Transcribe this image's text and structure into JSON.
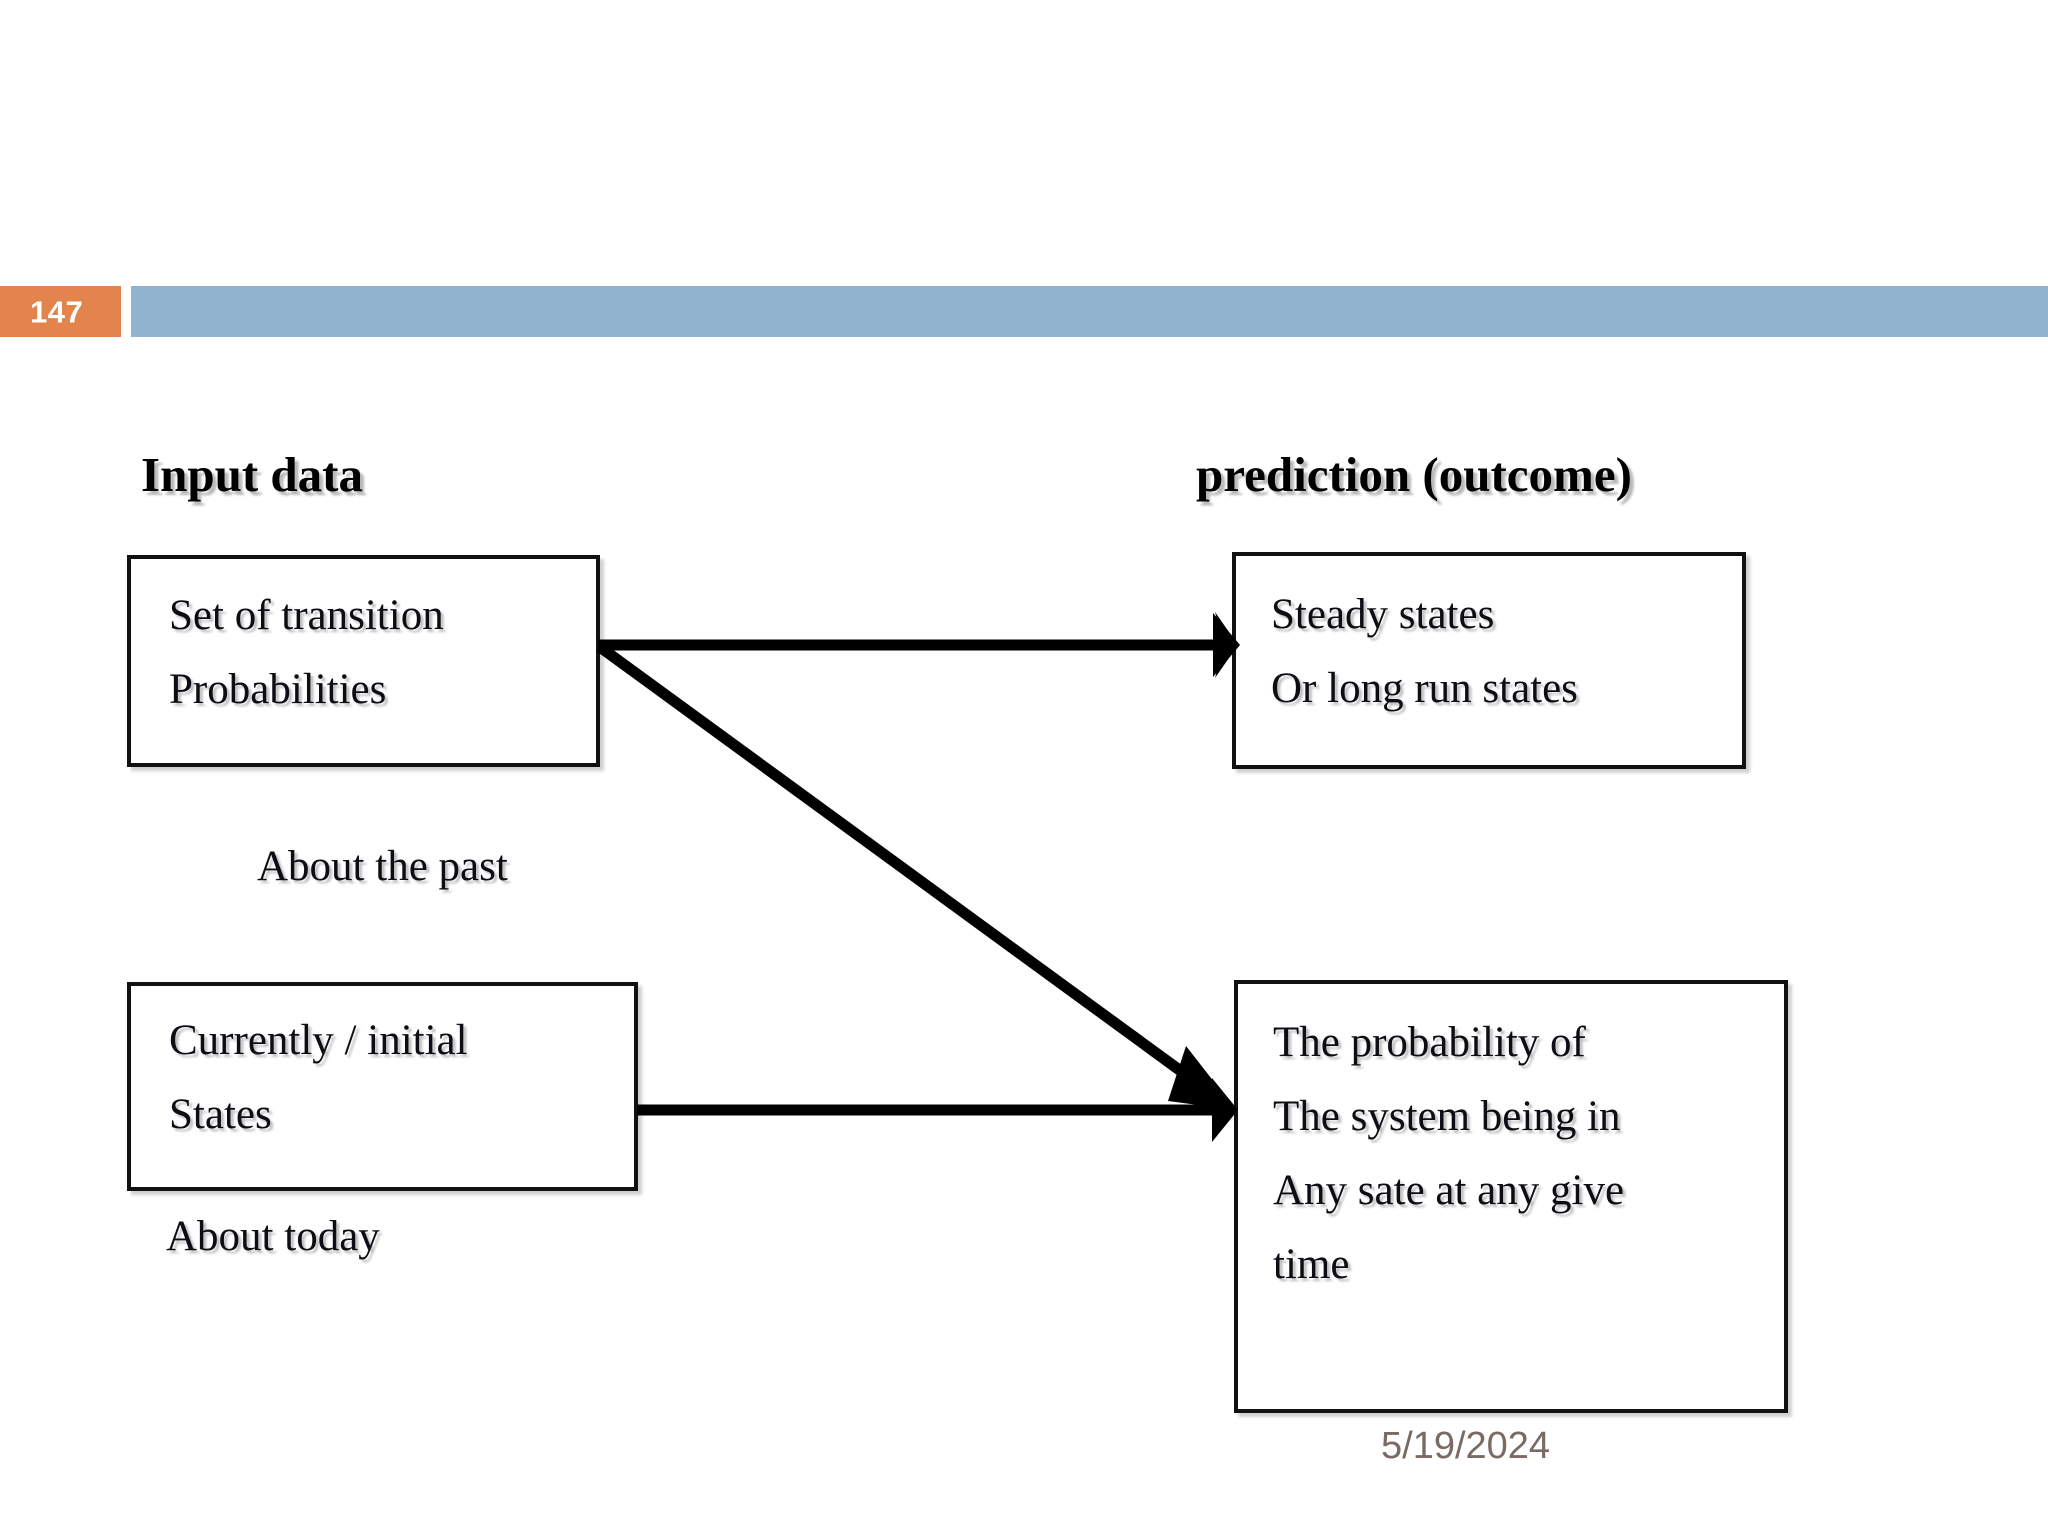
{
  "slide": {
    "page_number": "147",
    "footer_date": "5/19/2024",
    "colors": {
      "badge_orange": "#E2844B",
      "header_blue": "#92B3CE",
      "box_border": "#111111",
      "text_black": "#0d0d14",
      "footer_gray": "#7a6a63"
    }
  },
  "headings": {
    "left": "Input data",
    "right": "prediction (outcome)"
  },
  "boxes": {
    "transition_probabilities": {
      "line1": "Set of transition",
      "line2": "Probabilities",
      "text": "Set of transition\nProbabilities"
    },
    "steady_states": {
      "line1": "Steady states",
      "line2": "Or long run states",
      "text": "Steady states\nOr long run states"
    },
    "current_states": {
      "line1": "Currently / initial",
      "line2": "States",
      "text": "Currently / initial\nStates"
    },
    "probability_outcome": {
      "line1": "The probability of",
      "line2": "The system being in",
      "line3": "Any sate at any give",
      "line4": "time",
      "text": "The probability of\nThe system being in\nAny sate at any give\ntime"
    }
  },
  "captions": {
    "about_past": "About the past",
    "about_today": "About today"
  },
  "connectors": [
    {
      "name": "transition-to-steady-states",
      "from": "transition_probabilities",
      "to": "steady_states"
    },
    {
      "name": "transition-to-probability-outcome",
      "from": "transition_probabilities",
      "to": "probability_outcome"
    },
    {
      "name": "current-states-to-probability-outcome",
      "from": "current_states",
      "to": "probability_outcome"
    }
  ]
}
